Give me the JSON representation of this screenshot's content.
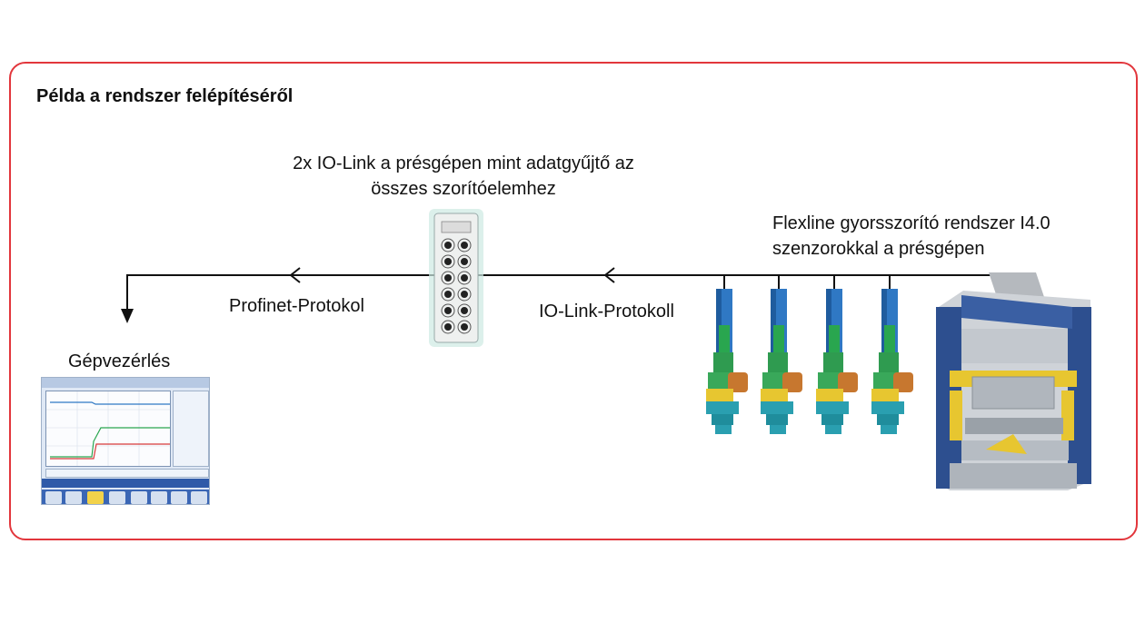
{
  "title": "Példa a rendszer felépítéséről",
  "iolink_caption": "2x IO-Link a présgépen mint adatgyűjtő az összes szorítóelemhez",
  "flexline_caption": "Flexline gyorsszorító rendszer I4.0 szenzorokkal a présgépen",
  "profinet_label": "Profinet-Protokol",
  "iolink_protocol_label": "IO-Link-Protokoll",
  "machine_control_label": "Gépvezérlés",
  "colors": {
    "frame_border": "#e2363c",
    "connector_line": "#111111",
    "clamp_blue": "#2f78c4",
    "clamp_green": "#29a64f",
    "clamp_orange": "#c7772f",
    "press_blue": "#2d4f8f",
    "press_yellow": "#e7c630",
    "press_grey": "#cfd3d8"
  },
  "icons": {
    "io_link_module": "io-link-module-icon",
    "clamp": "hydraulic-clamp-icon",
    "press": "press-machine-icon",
    "hmi": "hmi-screen-icon"
  }
}
